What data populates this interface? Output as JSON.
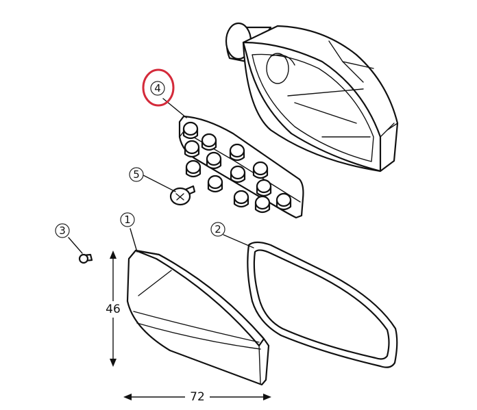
{
  "callouts": [
    {
      "id": "1",
      "label": "1"
    },
    {
      "id": "2",
      "label": "2"
    },
    {
      "id": "3",
      "label": "3"
    },
    {
      "id": "4",
      "label": "4"
    },
    {
      "id": "5",
      "label": "5"
    }
  ],
  "dimensions": {
    "height_label": "46",
    "width_label": "72"
  },
  "highlight": {
    "target": "4",
    "color": "#d42a3a"
  },
  "colors": {
    "line": "#111111",
    "background": "#ffffff"
  }
}
